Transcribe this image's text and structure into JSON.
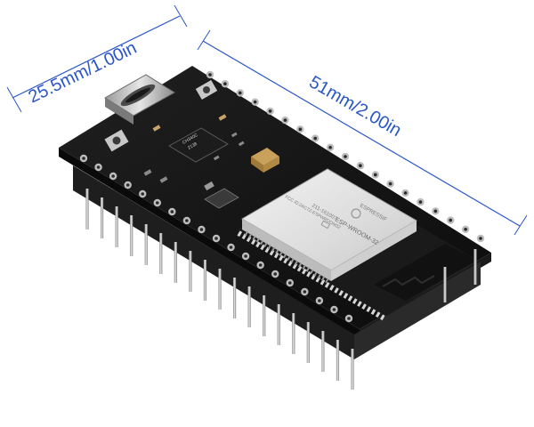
{
  "image": {
    "subject": "ESP32 development board",
    "dimensions": {
      "width_label": "25.5mm/1.00in",
      "length_label": "51mm/2.00in",
      "line_color": "#2a56c6"
    },
    "module": {
      "brand": "ESPRESSIF",
      "model": "ESP-WROOM-32",
      "id": "211-161007",
      "fcc": "FCC ID:2AC7Z-ESPWROOM32"
    },
    "usb_chip": {
      "line1": "CH340C",
      "line2": "2138"
    },
    "colors": {
      "board": "#141414",
      "shield": "#e3e3e3",
      "pins": "#2a2a2a",
      "pads": "#bdbdbd",
      "dimension": "#2a56c6"
    }
  }
}
